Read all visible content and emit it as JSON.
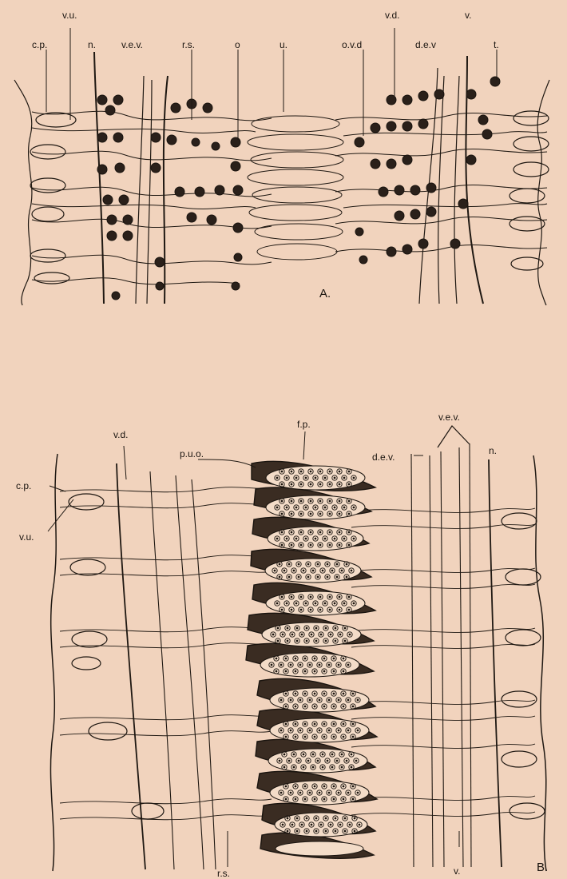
{
  "figure_a": {
    "panel_label": "A.",
    "labels": {
      "cp": "c.p.",
      "vu": "v.u.",
      "n": "n.",
      "vev": "v.e.v.",
      "rs": "r.s.",
      "o": "o",
      "u": "u.",
      "ovd": "o.v.d",
      "vd": "v.d.",
      "dev": "d.e.v",
      "v": "v.",
      "t": "t."
    }
  },
  "figure_b": {
    "panel_label": "B.",
    "labels": {
      "vd": "v.d.",
      "puo": "p.u.o.",
      "fp": "f.p.",
      "vev": "v.e.v.",
      "dev": "d.e.v.",
      "n": "n.",
      "cp": "c.p.",
      "vu": "v.u.",
      "rs": "r.s.",
      "v": "v."
    }
  },
  "colors": {
    "paper": "#f1d3bd",
    "ink": "#1f1812"
  }
}
